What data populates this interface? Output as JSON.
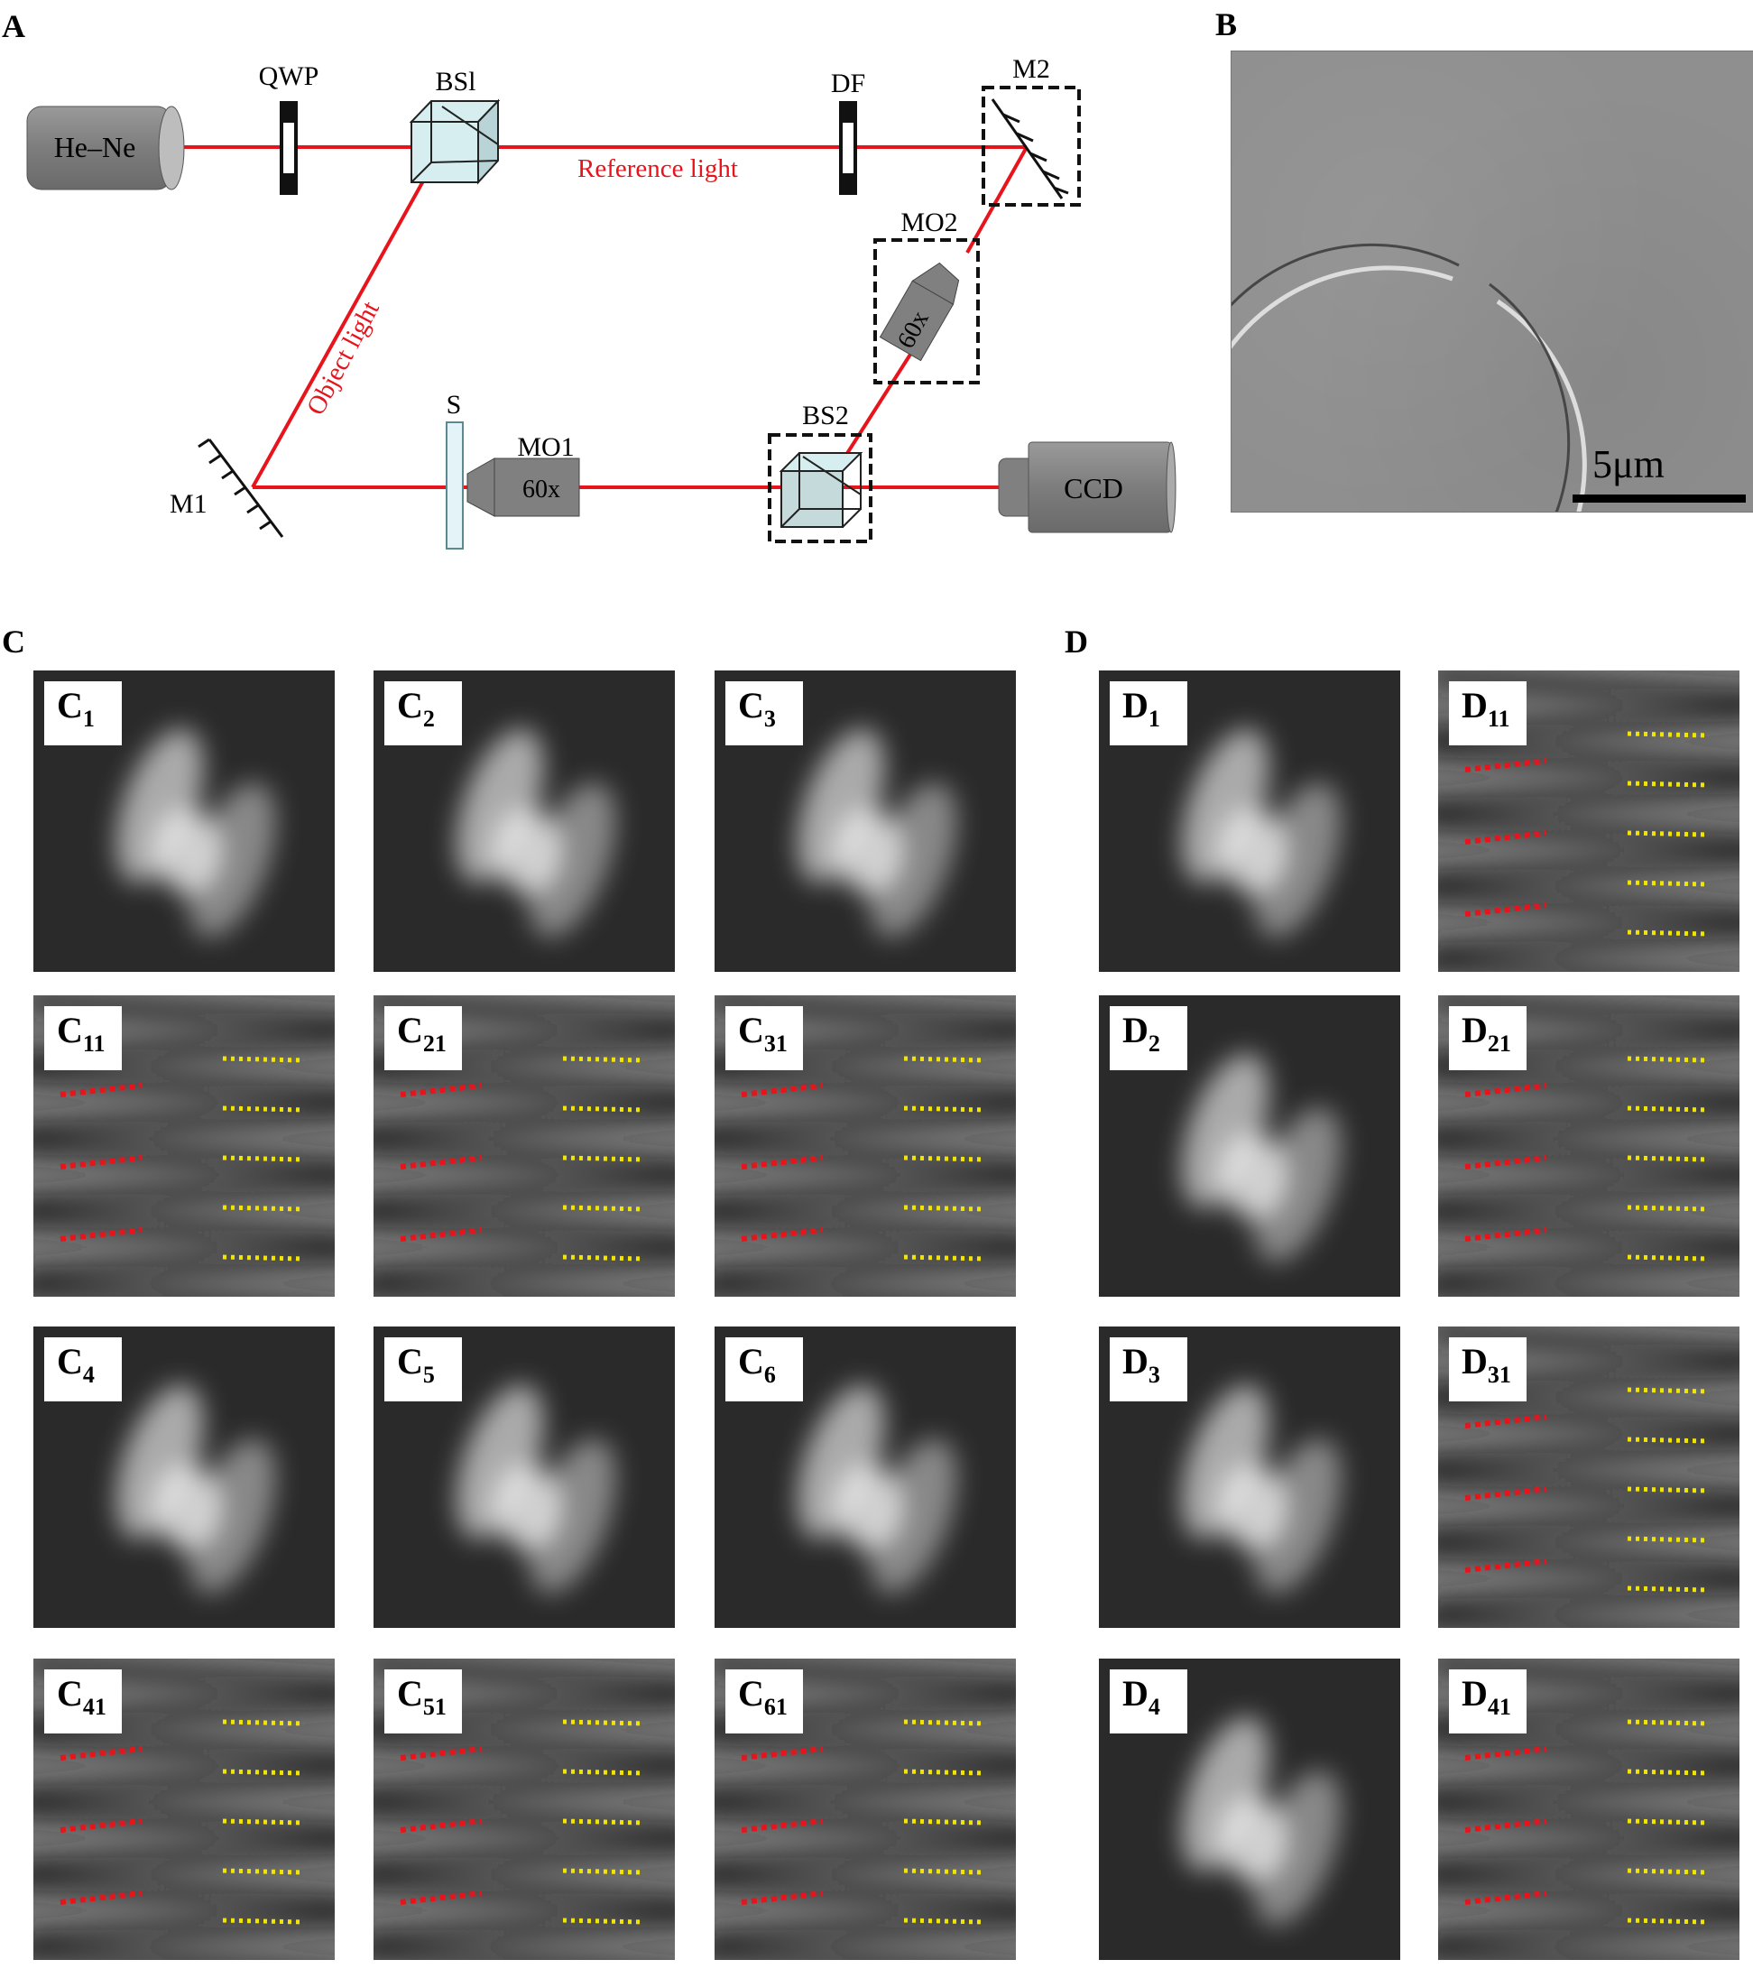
{
  "panels": {
    "a": "A",
    "b": "B",
    "c": "C",
    "d": "D"
  },
  "diagram": {
    "laser": "He–Ne",
    "qwp": "QWP",
    "bs1": "BSl",
    "df": "DF",
    "m2": "M2",
    "mo2": "MO2",
    "mo2_mag": "60x",
    "reference_light": "Reference light",
    "object_light": "Object light",
    "m1": "M1",
    "sample": "S",
    "mo1": "MO1",
    "mo1_mag": "60x",
    "bs2": "BS2",
    "ccd": "CCD",
    "beam_color": "#e8141c"
  },
  "sem_image": {
    "scale_bar": "5μm"
  },
  "grid_c": [
    {
      "main": "C",
      "sub": "1",
      "type": "intensity"
    },
    {
      "main": "C",
      "sub": "2",
      "type": "intensity"
    },
    {
      "main": "C",
      "sub": "3",
      "type": "intensity"
    },
    {
      "main": "C",
      "sub": "11",
      "type": "fringe"
    },
    {
      "main": "C",
      "sub": "21",
      "type": "fringe"
    },
    {
      "main": "C",
      "sub": "31",
      "type": "fringe"
    },
    {
      "main": "C",
      "sub": "4",
      "type": "intensity"
    },
    {
      "main": "C",
      "sub": "5",
      "type": "intensity"
    },
    {
      "main": "C",
      "sub": "6",
      "type": "intensity"
    },
    {
      "main": "C",
      "sub": "41",
      "type": "fringe"
    },
    {
      "main": "C",
      "sub": "51",
      "type": "fringe"
    },
    {
      "main": "C",
      "sub": "61",
      "type": "fringe"
    }
  ],
  "grid_d": [
    {
      "main": "D",
      "sub": "1",
      "type": "intensity"
    },
    {
      "main": "D",
      "sub": "11",
      "type": "fringe"
    },
    {
      "main": "D",
      "sub": "2",
      "type": "intensity"
    },
    {
      "main": "D",
      "sub": "21",
      "type": "fringe"
    },
    {
      "main": "D",
      "sub": "3",
      "type": "intensity"
    },
    {
      "main": "D",
      "sub": "31",
      "type": "fringe"
    },
    {
      "main": "D",
      "sub": "4",
      "type": "intensity"
    },
    {
      "main": "D",
      "sub": "41",
      "type": "fringe"
    }
  ],
  "marker_colors": {
    "red": "#e8141c",
    "yellow": "#f2e600"
  }
}
